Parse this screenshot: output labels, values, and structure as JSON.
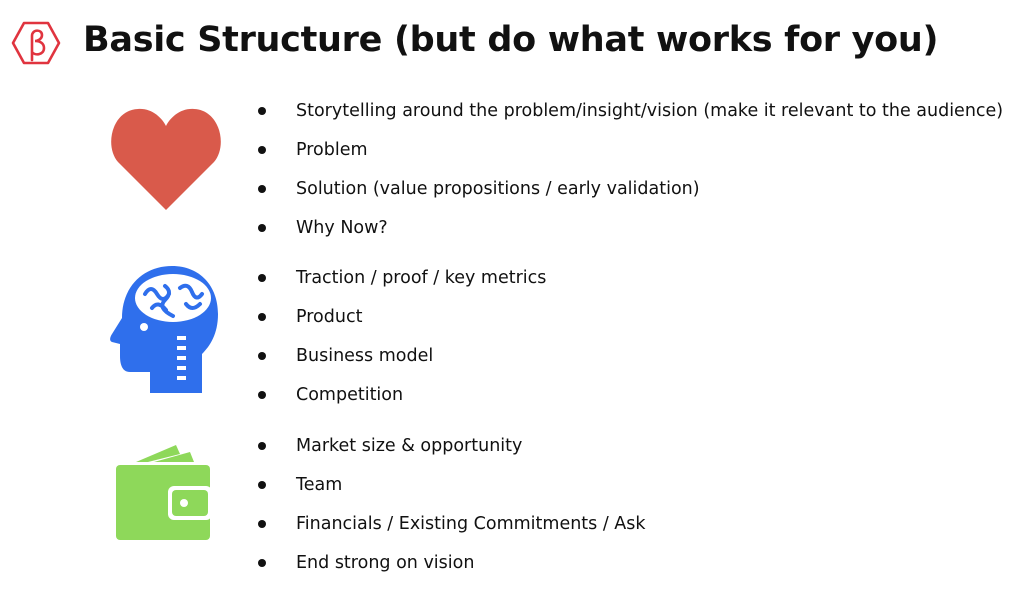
{
  "title": "Basic Structure (but do what works for you)",
  "colors": {
    "logo": "#e0343f",
    "heart": "#d95a4b",
    "head": "#2f6fec",
    "wallet": "#8ed85a"
  },
  "groups": [
    {
      "icon": "heart-icon",
      "items": [
        "Storytelling around the problem/insight/vision (make it relevant to the audience)",
        "Problem",
        "Solution (value propositions / early validation)",
        "Why Now?"
      ]
    },
    {
      "icon": "brain-head-icon",
      "items": [
        "Traction / proof / key metrics",
        "Product",
        "Business model",
        "Competition"
      ]
    },
    {
      "icon": "wallet-icon",
      "items": [
        "Market size & opportunity",
        "Team",
        "Financials / Existing Commitments / Ask",
        "End strong on vision"
      ]
    }
  ]
}
